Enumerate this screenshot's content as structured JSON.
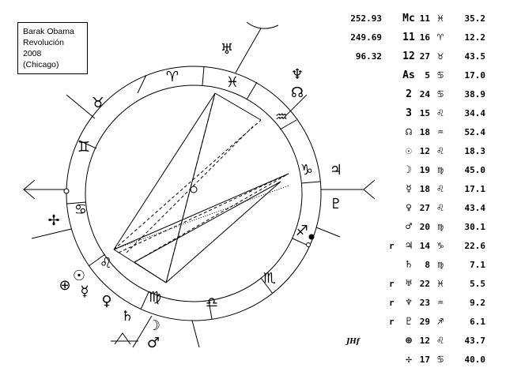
{
  "legend": {
    "name": "Barak Obama",
    "event": "Revolución 2008",
    "place": "(Chicago)"
  },
  "signature": "JHf",
  "wheel": {
    "signs": [
      "♈",
      "♉",
      "♊",
      "♋",
      "♌",
      "♍",
      "♎",
      "♏",
      "♐",
      "♑",
      "♒",
      "♓"
    ],
    "planets": {
      "sun": "☉",
      "moon": "☽",
      "mercury": "☿",
      "venus": "♀",
      "mars": "♂",
      "jupiter": "♃",
      "saturn": "♄",
      "uranus": "♅",
      "neptune": "♆",
      "pluto": "♇",
      "node": "☊",
      "fortune": "⊕",
      "vertex": "✢"
    }
  },
  "table": [
    {
      "num": "252.93",
      "r": "",
      "sym": "Mc",
      "deg": "11",
      "sign": "♓",
      "val": "35.2"
    },
    {
      "num": "249.69",
      "r": "",
      "sym": "11",
      "deg": "16",
      "sign": "♈",
      "val": "12.2"
    },
    {
      "num": "96.32",
      "r": "",
      "sym": "12",
      "deg": "27",
      "sign": "♉",
      "val": "43.5"
    },
    {
      "num": "",
      "r": "",
      "sym": "As",
      "deg": "5",
      "sign": "♋",
      "val": "17.0"
    },
    {
      "num": "",
      "r": "",
      "sym": "2",
      "deg": "24",
      "sign": "♋",
      "val": "38.9"
    },
    {
      "num": "",
      "r": "",
      "sym": "3",
      "deg": "15",
      "sign": "♌",
      "val": "34.4"
    },
    {
      "num": "",
      "r": "",
      "sym": "☊",
      "deg": "18",
      "sign": "♒",
      "val": "52.4"
    },
    {
      "num": "",
      "r": "",
      "sym": "☉",
      "deg": "12",
      "sign": "♌",
      "val": "18.3"
    },
    {
      "num": "",
      "r": "",
      "sym": "☽",
      "deg": "19",
      "sign": "♍",
      "val": "45.0"
    },
    {
      "num": "",
      "r": "",
      "sym": "☿",
      "deg": "18",
      "sign": "♌",
      "val": "17.1"
    },
    {
      "num": "",
      "r": "",
      "sym": "♀",
      "deg": "27",
      "sign": "♌",
      "val": "43.4"
    },
    {
      "num": "",
      "r": "",
      "sym": "♂",
      "deg": "20",
      "sign": "♍",
      "val": "30.1"
    },
    {
      "num": "",
      "r": "r",
      "sym": "♃",
      "deg": "14",
      "sign": "♑",
      "val": "22.6"
    },
    {
      "num": "",
      "r": "",
      "sym": "♄",
      "deg": "8",
      "sign": "♍",
      "val": "7.1"
    },
    {
      "num": "",
      "r": "r",
      "sym": "♅",
      "deg": "22",
      "sign": "♓",
      "val": "5.5"
    },
    {
      "num": "",
      "r": "r",
      "sym": "♆",
      "deg": "23",
      "sign": "♒",
      "val": "9.2"
    },
    {
      "num": "",
      "r": "r",
      "sym": "♇",
      "deg": "29",
      "sign": "♐",
      "val": "6.1"
    },
    {
      "num": "",
      "r": "",
      "sym": "⊕",
      "deg": "12",
      "sign": "♌",
      "val": "43.7"
    },
    {
      "num": "",
      "r": "",
      "sym": "✢",
      "deg": "17",
      "sign": "♋",
      "val": "40.0"
    }
  ]
}
